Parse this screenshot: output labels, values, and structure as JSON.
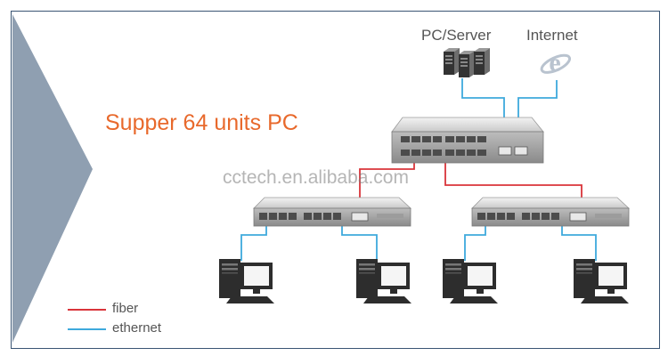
{
  "title": "Supper 64 units PC",
  "nodes": {
    "pc_server": "PC/Server",
    "internet": "Internet"
  },
  "watermark": "cctech.en.alibaba.com",
  "legend": {
    "fiber": "fiber",
    "ethernet": "ethernet"
  },
  "colors": {
    "fiber": "#d9343a",
    "ethernet": "#3ea9dc",
    "title_text": "#e8692c",
    "node_text": "#555555",
    "arrow": "#8f9fb1",
    "border": "#3a5574"
  },
  "icons": {
    "server": "server-rack-icon",
    "internet": "internet-explorer-icon",
    "switch": "network-switch-icon",
    "pc": "desktop-pc-icon"
  }
}
